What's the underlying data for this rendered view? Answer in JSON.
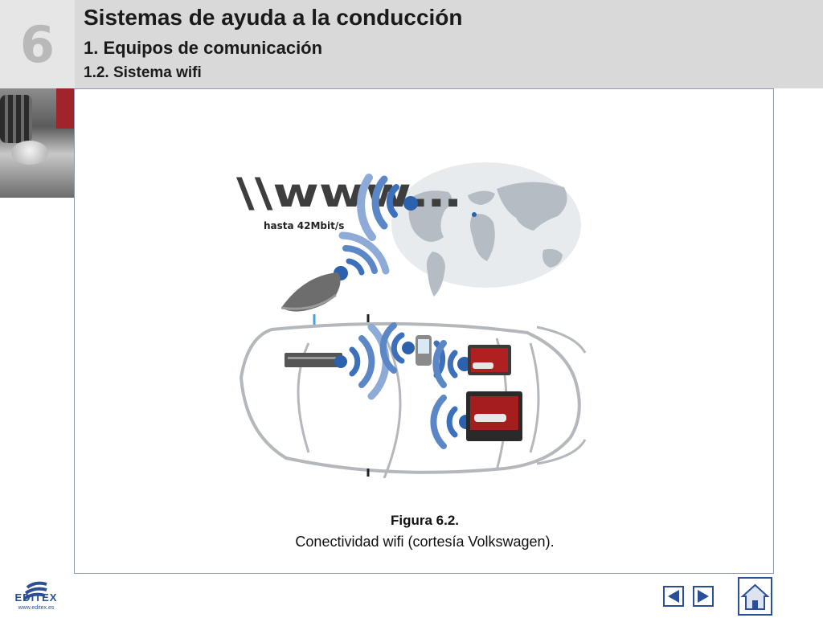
{
  "header": {
    "chapter_number": "6",
    "title": "Sistemas de ayuda a la conducción",
    "subtitle": "1. Equipos de comunicación",
    "subsubtitle": "1.2. Sistema wifi"
  },
  "figure": {
    "www_text": "\\\\www…",
    "speed_text": "hasta 42Mbit/s",
    "caption_label": "Figura 6.2.",
    "caption_text": "Conectividad wifi (cortesía Volkswagen)."
  },
  "footer": {
    "logo_name": "EDITEX",
    "logo_url": "www.editex.es",
    "prev_icon": "triangle-left",
    "next_icon": "triangle-right",
    "home_icon": "house"
  },
  "colors": {
    "accent_blue": "#2a4f96",
    "wifi_blue": "#2b61ad",
    "header_gray": "#d9d9d9"
  }
}
